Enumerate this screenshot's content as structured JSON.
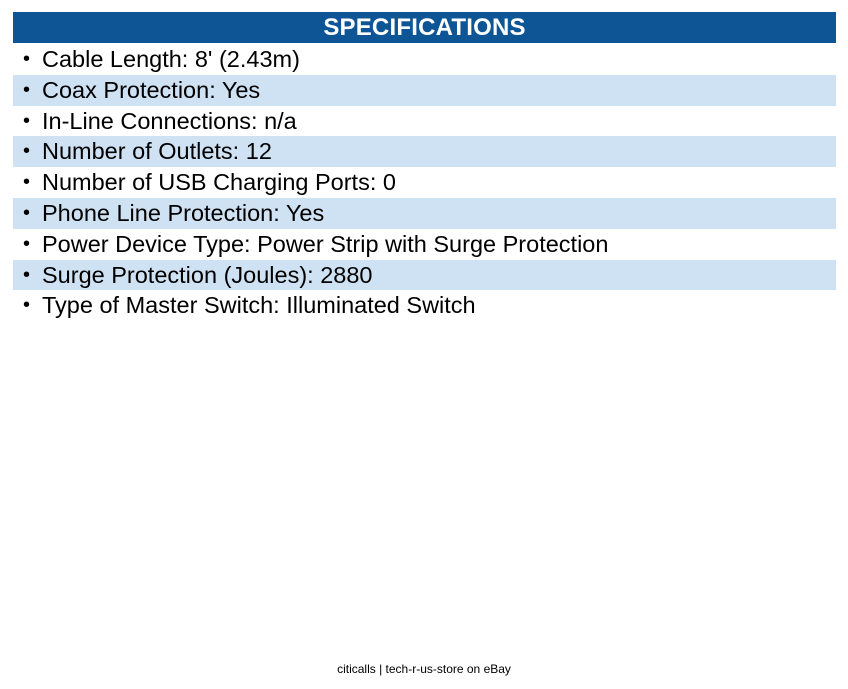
{
  "header": {
    "title": "SPECIFICATIONS"
  },
  "colors": {
    "header_bg": "#0e5595",
    "row_shade": "#cfe2f3"
  },
  "specs": [
    {
      "text": "Cable Length: 8' (2.43m)",
      "shaded": false
    },
    {
      "text": "Coax Protection: Yes",
      "shaded": true
    },
    {
      "text": "In-Line Connections: n/a",
      "shaded": false
    },
    {
      "text": "Number of Outlets: 12",
      "shaded": true
    },
    {
      "text": "Number of USB Charging Ports: 0",
      "shaded": false
    },
    {
      "text": "Phone Line Protection: Yes",
      "shaded": true
    },
    {
      "text": "Power Device Type: Power Strip with Surge Protection",
      "shaded": false
    },
    {
      "text": "Surge Protection (Joules): 2880",
      "shaded": true
    },
    {
      "text": "Type of Master Switch: Illuminated Switch",
      "shaded": false
    }
  ],
  "bullet": "•",
  "footer": {
    "text": "citicalls | tech-r-us-store on eBay"
  }
}
